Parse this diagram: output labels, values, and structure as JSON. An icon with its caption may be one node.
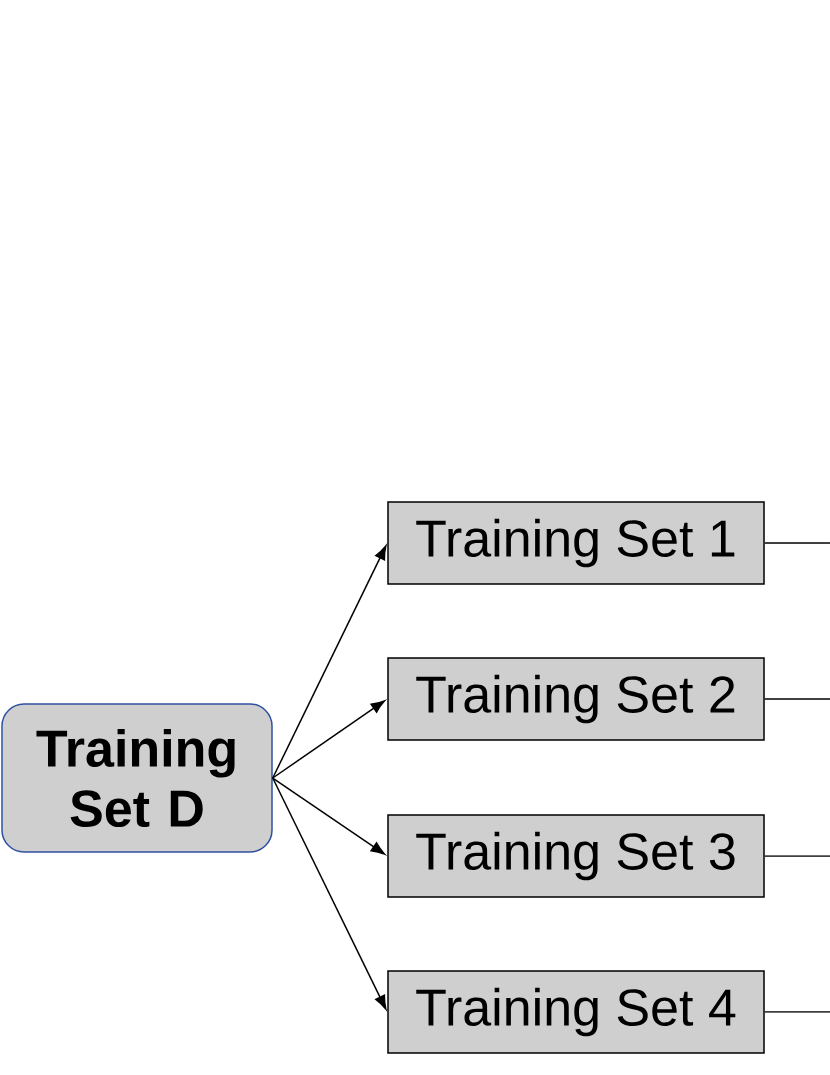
{
  "diagram": {
    "nodes": [
      {
        "text": [
          "Training Set D"
        ]
      },
      {
        "text": [
          "Training Set 1"
        ]
      },
      {
        "text": [
          "Training Set 2"
        ]
      },
      {
        "text": [
          "Training Set 3"
        ]
      },
      {
        "text": [
          "Training Set 4"
        ]
      }
    ],
    "edges": [
      {
        "from": 0,
        "to": 1,
        "arrow": "to"
      },
      {
        "from": 0,
        "to": 2,
        "arrow": "to"
      },
      {
        "from": 0,
        "to": 3,
        "arrow": "to"
      },
      {
        "from": 0,
        "to": 4,
        "arrow": "to"
      },
      {
        "from": 1,
        "to": null,
        "arrow": "none"
      },
      {
        "from": 2,
        "to": null,
        "arrow": "none"
      },
      {
        "from": 3,
        "to": null,
        "arrow": "none"
      },
      {
        "from": 4,
        "to": null,
        "arrow": "none"
      }
    ]
  }
}
